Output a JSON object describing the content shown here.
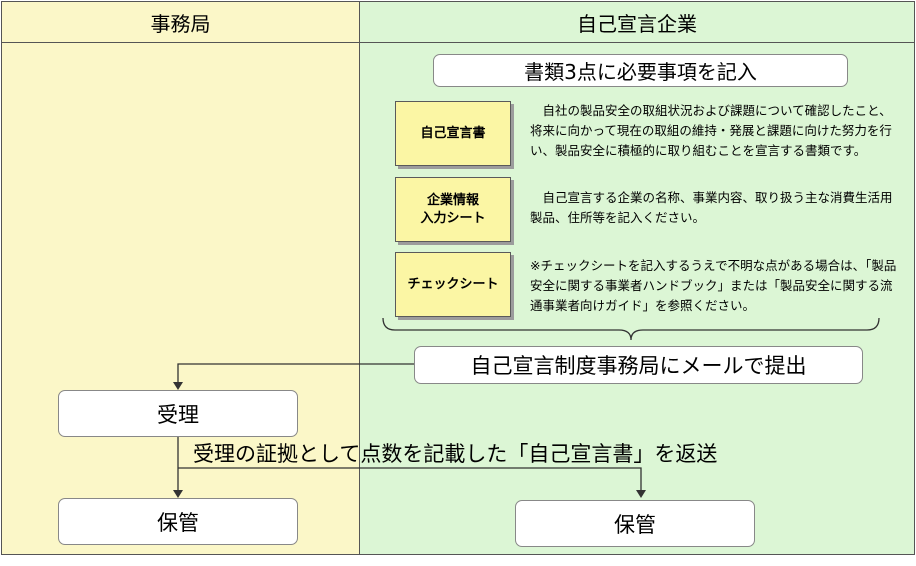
{
  "lanes": {
    "left": "事務局",
    "right": "自己宣言企業"
  },
  "steps": {
    "fill": "書類3点に必要事項を記入",
    "submit": "自己宣言制度事務局にメールで提出",
    "receive": "受理",
    "return_label": "受理の証拠として点数を記載した「自己宣言書」を返送",
    "store_left": "保管",
    "store_right": "保管"
  },
  "documents": [
    {
      "name": "自己宣言書",
      "desc": "　自社の製品安全の取組状況および課題について確認したこと、将来に向かって現在の取組の維持・発展と課題に向けた努力を行い、製品安全に積極的に取り組むことを宣言する書類です。"
    },
    {
      "name": "企業情報\n入力シート",
      "desc": "　自己宣言する企業の名称、事業内容、取り扱う主な消費生活用製品、住所等を記入ください。"
    },
    {
      "name": "チェックシート",
      "desc": "※チェックシートを記入するうえで不明な点がある場合は、「製品安全に関する事業者ハンドブック」または「製品安全に関する流通事業者向けガイド」を参照ください。"
    }
  ],
  "colors": {
    "left_lane": "#fbf7c8",
    "right_lane": "#dcf6d5",
    "document": "#fbf6a4"
  }
}
